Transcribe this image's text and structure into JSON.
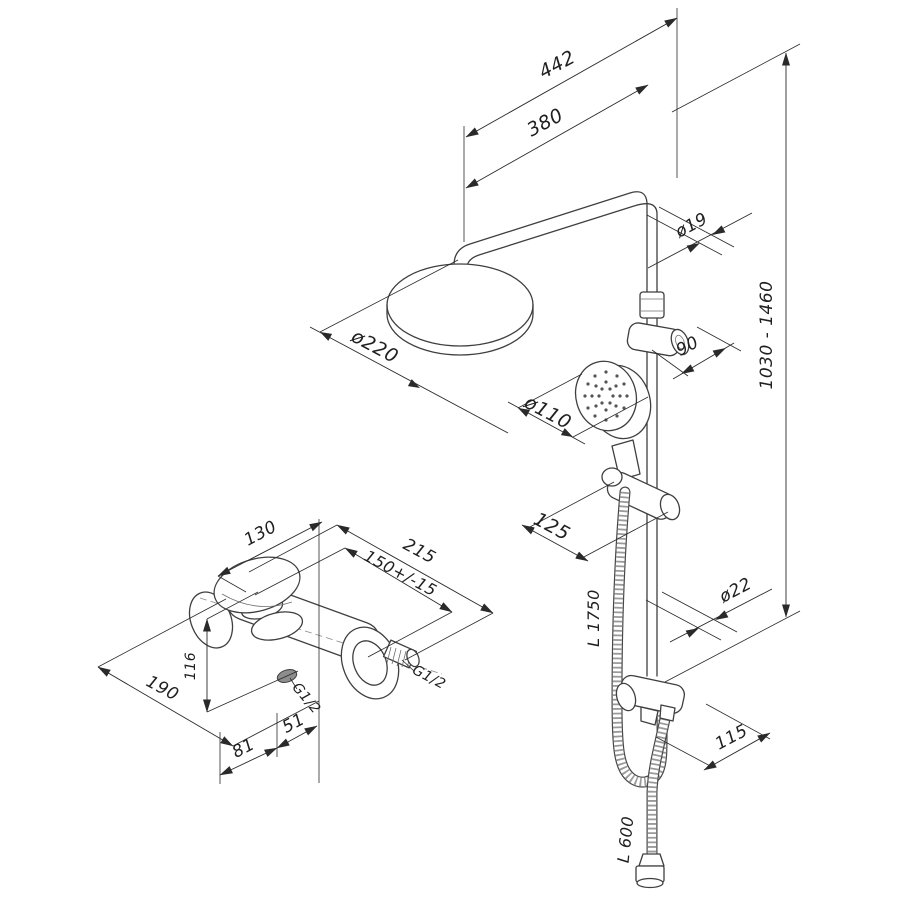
{
  "column": {
    "overhead_reach": "442",
    "head_offset": "380",
    "arm_diameter": "ø19",
    "height_range": "1030 - 1460",
    "head_diameter": "ø220",
    "bracket_offset": "90",
    "hand_shower_diameter": "ø110",
    "slider_offset": "125",
    "pipe_diameter": "ø22",
    "shower_hose_length": "L 1750",
    "inlet_offset": "115",
    "supply_hose_length": "L 600"
  },
  "mixer": {
    "width_top": "130",
    "depth_total": "215",
    "inlet_spacing": "150+/-15",
    "height": "116",
    "bottom_thread": "G1/2",
    "side_thread": "G1/2",
    "width_bottom": "190",
    "offset_left": "81",
    "offset_right": "51"
  }
}
